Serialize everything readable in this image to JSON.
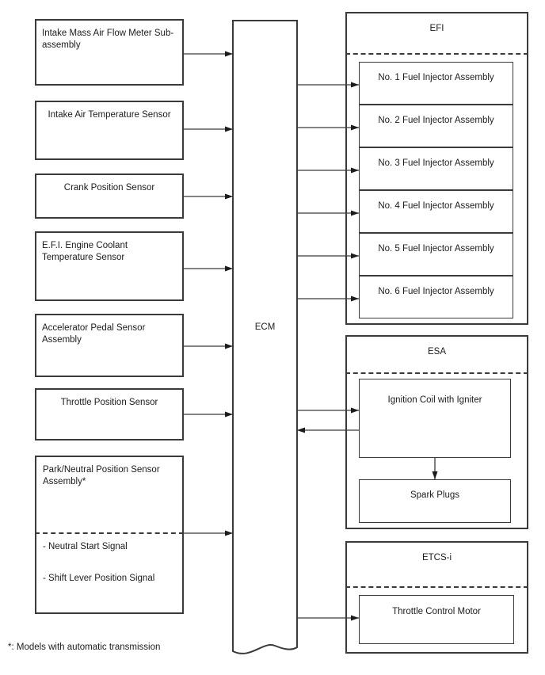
{
  "diagram": {
    "ecm": {
      "label": "ECM"
    },
    "footnote": "*: Models with automatic transmission",
    "inputs": [
      {
        "label": "Intake Mass Air Flow Meter Sub-assembly"
      },
      {
        "label": "Intake Air Temperature Sensor"
      },
      {
        "label": "Crank Position Sensor"
      },
      {
        "label": "E.F.I. Engine Coolant Temperature Sensor"
      },
      {
        "label": "Accelerator Pedal Sensor Assembly"
      },
      {
        "label": "Throttle Position Sensor"
      },
      {
        "label": "Park/Neutral Position Sensor Assembly*",
        "sub_signals": [
          "- Neutral Start Signal",
          "- Shift Lever Position Signal"
        ]
      }
    ],
    "output_groups": [
      {
        "title": "EFI",
        "items": [
          "No. 1 Fuel Injector Assembly",
          "No. 2 Fuel Injector Assembly",
          "No. 3 Fuel Injector Assembly",
          "No. 4 Fuel Injector Assembly",
          "No. 5 Fuel Injector Assembly",
          "No. 6 Fuel Injector Assembly"
        ]
      },
      {
        "title": "ESA",
        "items": [
          "Ignition Coil with Igniter",
          "Spark Plugs"
        ]
      },
      {
        "title": "ETCS-i",
        "items": [
          "Throttle Control Motor"
        ]
      }
    ],
    "colors": {
      "line": "#3a3a3a",
      "text": "#1c1c1c",
      "background": "#ffffff"
    }
  }
}
